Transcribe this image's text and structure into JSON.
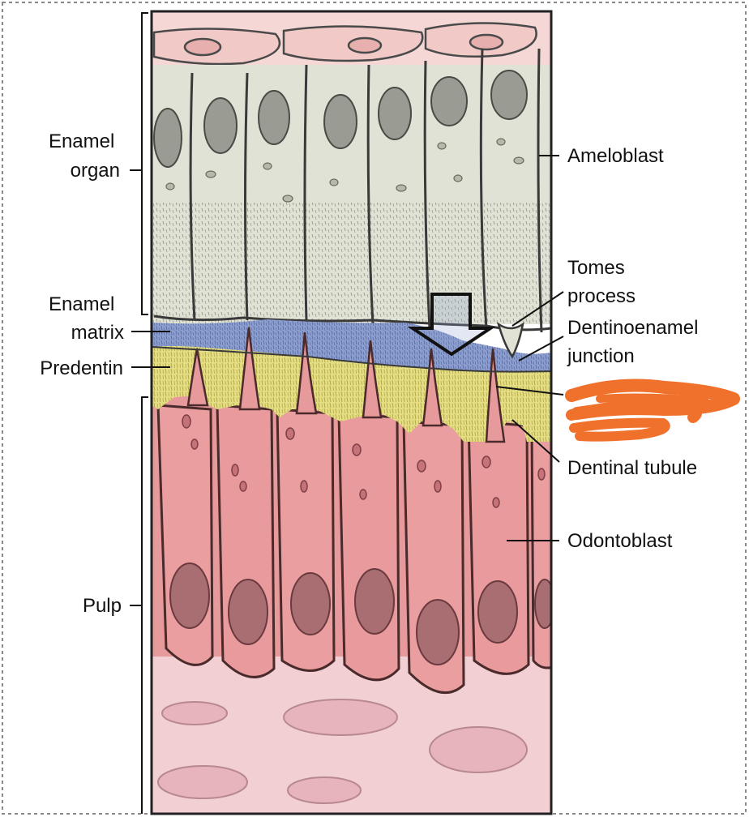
{
  "figure": {
    "labels_left": {
      "enamel_organ": [
        "Enamel",
        "organ"
      ],
      "enamel_matrix": [
        "Enamel",
        "matrix"
      ],
      "predentin": "Predentin",
      "pulp": "Pulp"
    },
    "labels_right": {
      "ameloblast": "Ameloblast",
      "tomes_process": [
        "Tomes",
        "process"
      ],
      "dentinoenamel_junction": [
        "Dentinoenamel",
        "junction"
      ],
      "dentinal_tubule": "Dentinal tubule",
      "odontoblast": "Odontoblast"
    },
    "colors": {
      "ameloblast_layer": "#dfe2d4",
      "enamel_matrix": "#8d9fcf",
      "predentin": "#e6de84",
      "odontoblast": "#e79a9c",
      "pulp": "#f1cfd2",
      "top_epithelium": "#f5d8d6",
      "redaction": "#f0712c",
      "border": "#888888"
    }
  }
}
